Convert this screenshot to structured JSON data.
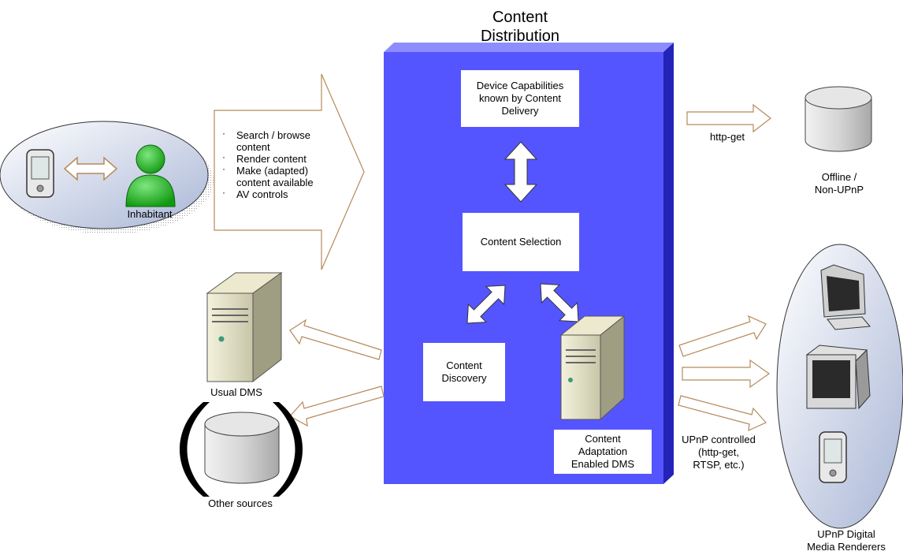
{
  "title": {
    "line1": "Content",
    "line2": "Distribution"
  },
  "tasks": [
    "Search / browse content",
    "Render content",
    "Make (adapted) content available",
    "AV controls"
  ],
  "boxes": {
    "device_caps": [
      "Device Capabilities",
      "known by Content",
      "Delivery"
    ],
    "selection": "Content Selection",
    "discovery": [
      "Content",
      "Discovery"
    ],
    "adaptation": [
      "Content",
      "Adaptation",
      "Enabled DMS"
    ]
  },
  "labels": {
    "inhabitant": "Inhabitant",
    "usual_dms": "Usual DMS",
    "other_sources": "Other sources",
    "http_get": "http-get",
    "offline": [
      "Offline /",
      "Non-UPnP"
    ],
    "upnp_controlled": [
      "UPnP controlled",
      "(http-get,",
      "RTSP, etc.)"
    ],
    "renderers": [
      "UPnP Digital",
      "Media Renderers"
    ]
  },
  "colors": {
    "distribution_panel": "#5555ff",
    "arrow_outline": "#b58a5a",
    "inhabitant_green": "#22aa22"
  }
}
